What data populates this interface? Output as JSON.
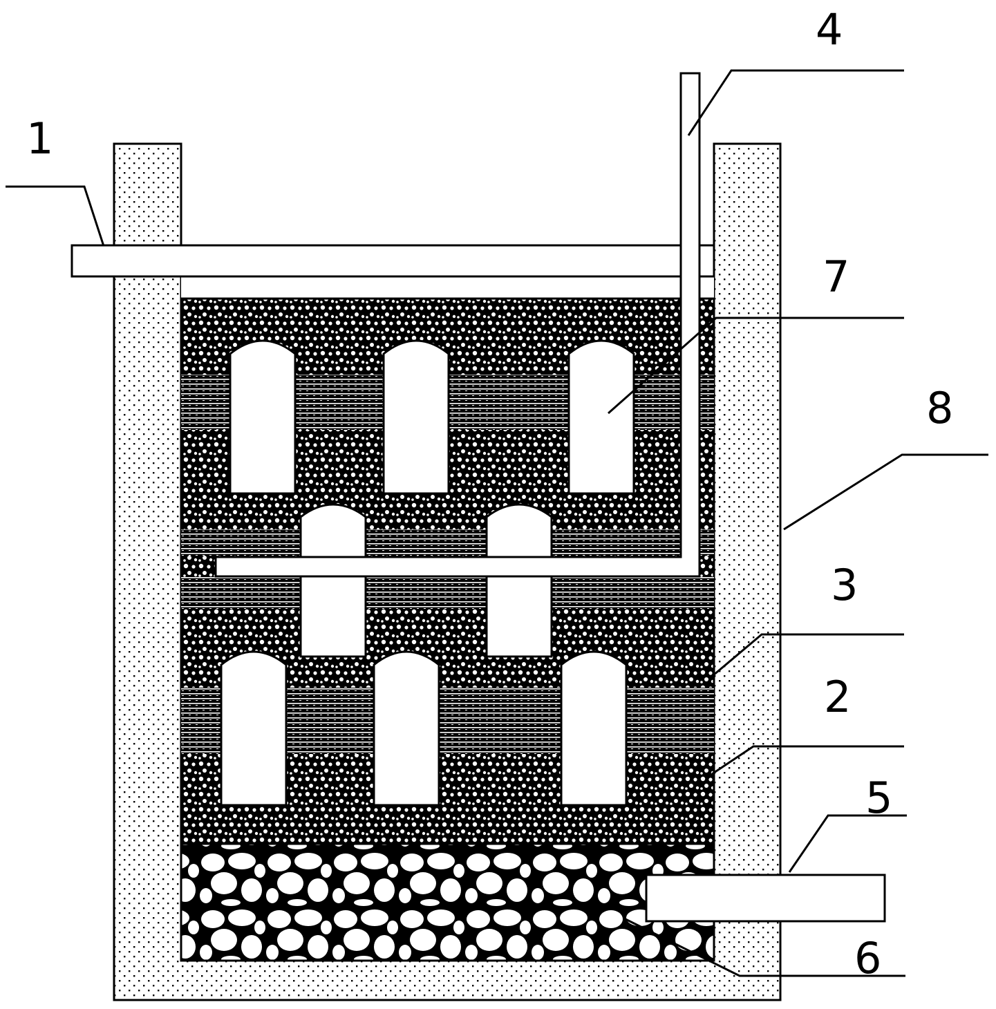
{
  "labels": {
    "l1": "1",
    "l2": "2",
    "l3": "3",
    "l4": "4",
    "l5": "5",
    "l6": "6",
    "l7": "7",
    "l8": "8"
  },
  "colors": {
    "ink": "#000000",
    "paper": "#ffffff"
  }
}
